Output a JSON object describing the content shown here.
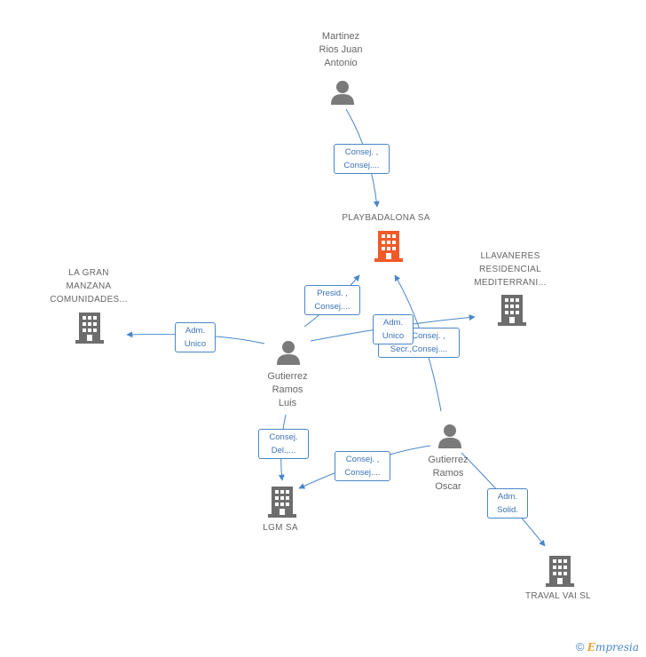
{
  "colors": {
    "edge": "#4a86c8",
    "person": "#7a7a7a",
    "company": "#6d6d6d",
    "company_main": "#f05a28"
  },
  "nodes": {
    "martinez": {
      "label": "Martinez\nRios Juan\nAntonio",
      "icon": "person-icon"
    },
    "playbadalona": {
      "label": "PLAYBADALONA SA",
      "icon": "building-icon"
    },
    "llavaneres": {
      "label": "LLAVANERES\nRESIDENCIAL\nMEDITERRANI...",
      "icon": "building-icon"
    },
    "lagran": {
      "label": "LA GRAN\nMANZANA\nCOMUNIDADES...",
      "icon": "building-icon"
    },
    "luis": {
      "label": "Gutierrez\nRamos\nLuis",
      "icon": "person-icon"
    },
    "oscar": {
      "label": "Gutierrez\nRamos\nOscar",
      "icon": "person-icon"
    },
    "lgm": {
      "label": "LGM SA",
      "icon": "building-icon"
    },
    "traval": {
      "label": "TRAVAL VAI SL",
      "icon": "building-icon"
    }
  },
  "relations": {
    "r1": {
      "line1": "Consej. ,",
      "line2": "Consej...."
    },
    "r2": {
      "line1": "Presid. ,",
      "line2": "Consej...."
    },
    "r3": {
      "line1": "Consej. ,",
      "line2": "Secr.,Consej...."
    },
    "r4": {
      "line1": "Adm.",
      "line2": "Unico"
    },
    "r5": {
      "line1": "Adm.",
      "line2": "Unico"
    },
    "r6": {
      "line1": "Consej.",
      "line2": "Del.,..."
    },
    "r7": {
      "line1": "Consej. ,",
      "line2": "Consej...."
    },
    "r8": {
      "line1": "Adm.",
      "line2": "Solid."
    }
  },
  "footer": {
    "copyright": "©",
    "brand_first": "E",
    "brand_rest": "mpresia"
  }
}
